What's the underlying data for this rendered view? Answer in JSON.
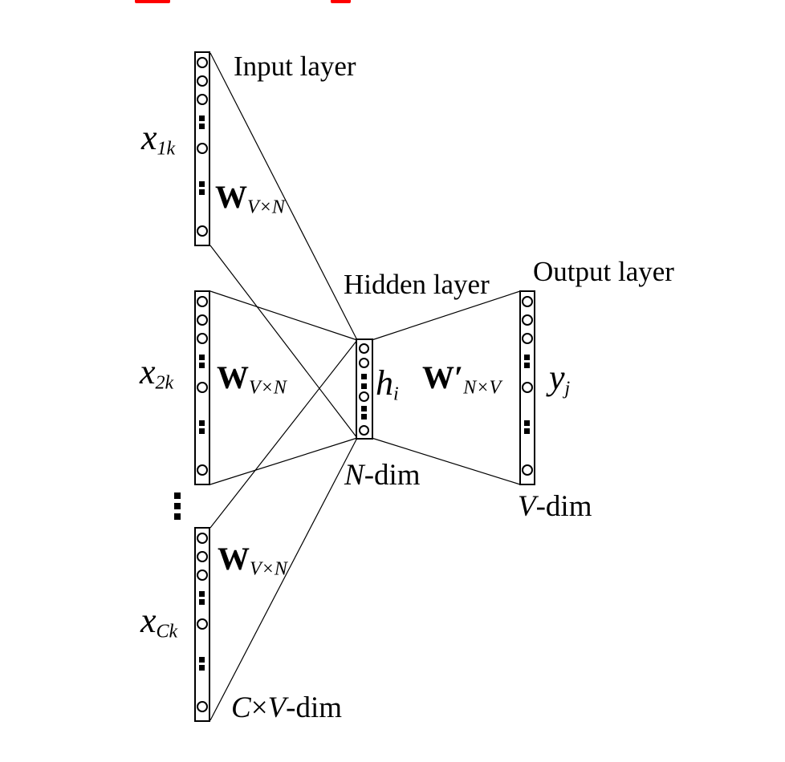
{
  "figure": {
    "layer_titles": {
      "input": "Input layer",
      "hidden": "Hidden layer",
      "output": "Output layer"
    },
    "vector_labels": {
      "x1": {
        "base": "x",
        "sub": "1k"
      },
      "x2": {
        "base": "x",
        "sub": "2k"
      },
      "xC": {
        "base": "x",
        "sub": "Ck"
      },
      "h": {
        "base": "h",
        "sub": "i"
      },
      "y": {
        "base": "y",
        "sub": "j"
      }
    },
    "weight_labels": {
      "w_input_1": {
        "base": "W",
        "sub": "V×N"
      },
      "w_input_2": {
        "base": "W",
        "sub": "V×N"
      },
      "w_input_3": {
        "base": "W",
        "sub": "V×N"
      },
      "w_output": {
        "base": "W′",
        "sub": "N×V"
      }
    },
    "dim_labels": {
      "hidden": {
        "var": "N",
        "suffix": "-dim"
      },
      "output": {
        "var": "V",
        "suffix": "-dim"
      },
      "input": {
        "var_c": "C",
        "times": "×",
        "var_v": "V",
        "suffix": "-dim"
      }
    },
    "colors": {
      "stroke": "#000000",
      "red_marker": "#fe0000",
      "background": "#ffffff"
    }
  }
}
